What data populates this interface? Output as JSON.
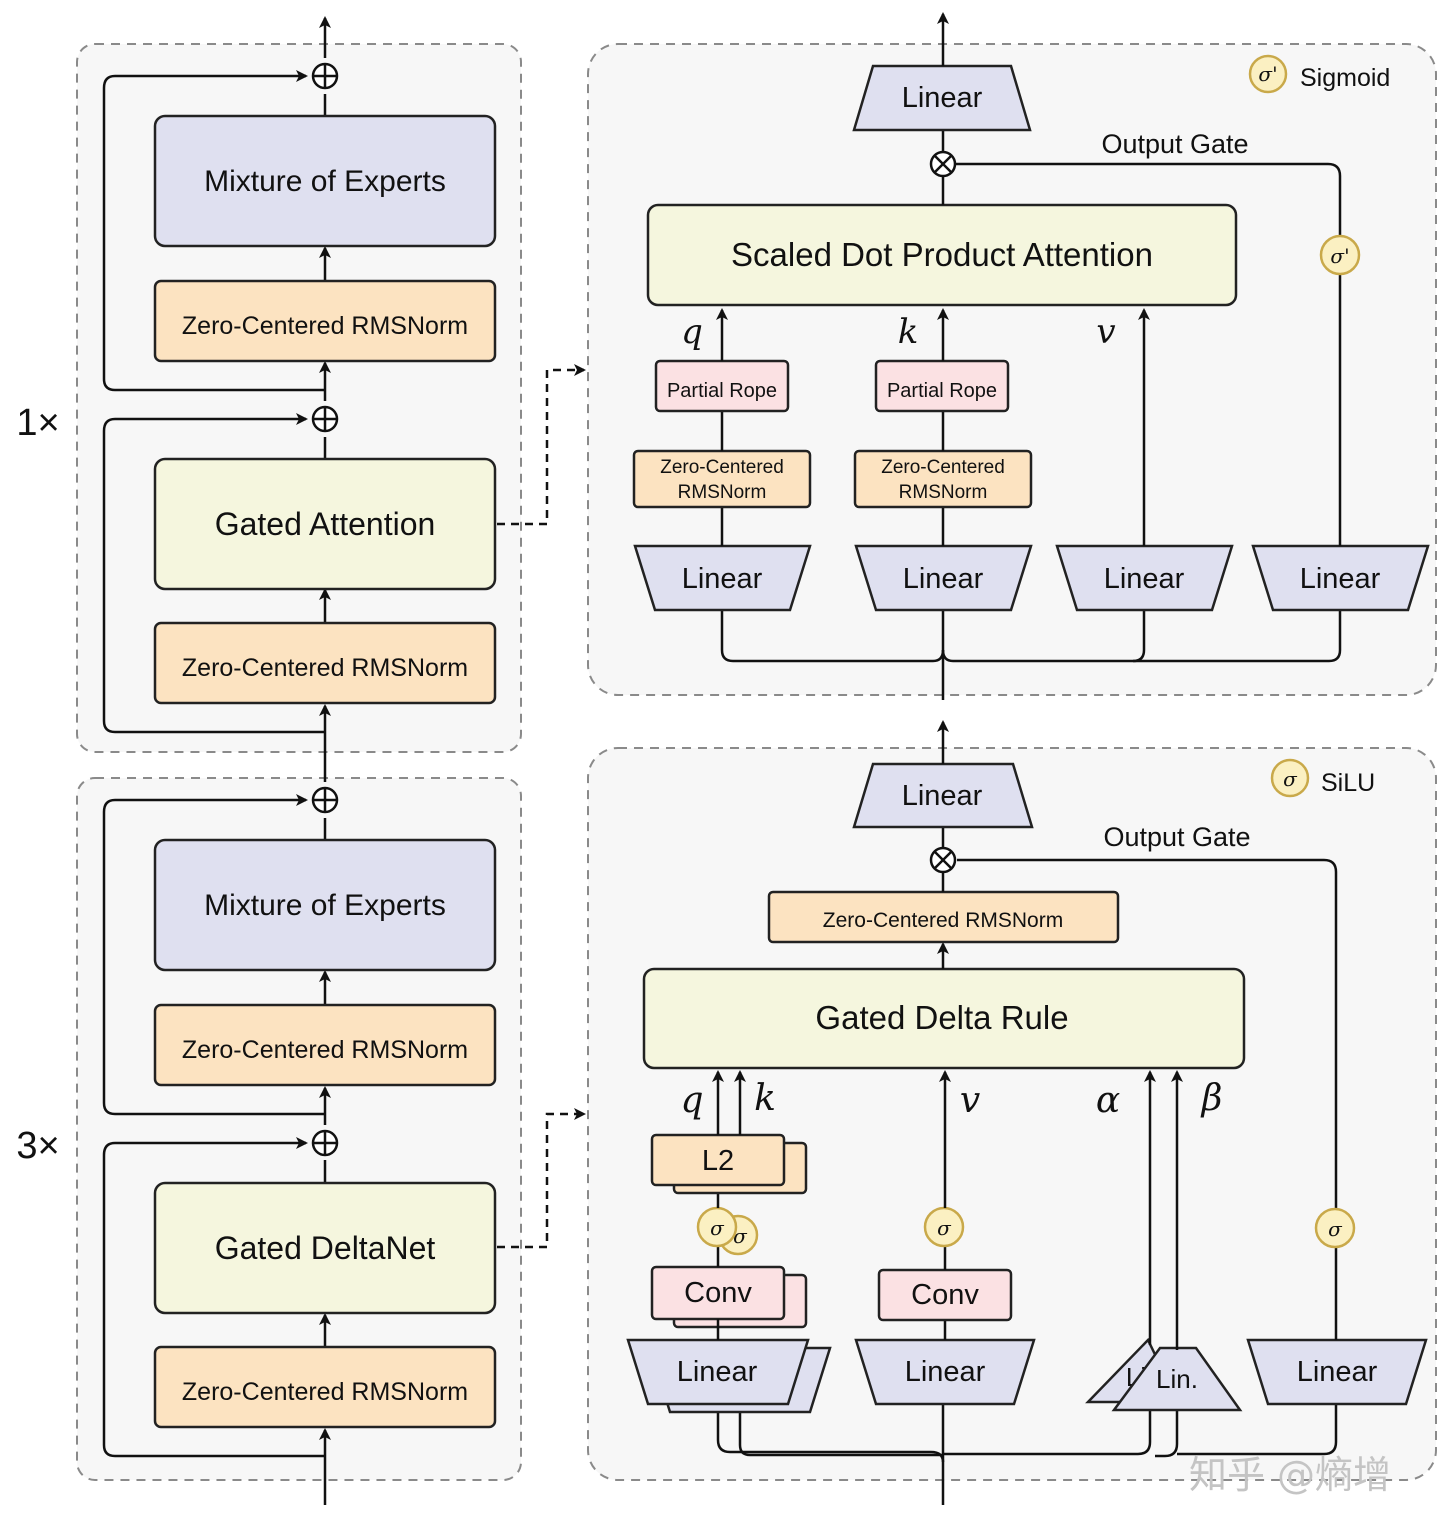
{
  "left_stack": {
    "top_block": {
      "repeat": "1×",
      "moe_label": "Mixture of Experts",
      "norm_top_label": "Zero-Centered RMSNorm",
      "attn_label": "Gated Attention",
      "norm_bottom_label": "Zero-Centered RMSNorm"
    },
    "bottom_block": {
      "repeat": "3×",
      "moe_label": "Mixture of Experts",
      "norm_top_label": "Zero-Centered RMSNorm",
      "deltanet_label": "Gated DeltaNet",
      "norm_bottom_label": "Zero-Centered RMSNorm"
    }
  },
  "attention_panel": {
    "legend_symbol": "σ'",
    "legend_label": "Sigmoid",
    "out_linear": "Linear",
    "output_gate": "Output Gate",
    "gate_symbol": "σ'",
    "sdpa_label": "Scaled Dot Product Attention",
    "q_label": "q",
    "k_label": "k",
    "v_label": "v",
    "rope_q": "Partial Rope",
    "rope_k": "Partial Rope",
    "norm_q": [
      "Zero-Centered",
      "RMSNorm"
    ],
    "norm_k": [
      "Zero-Centered",
      "RMSNorm"
    ],
    "linear_q": "Linear",
    "linear_k": "Linear",
    "linear_v": "Linear",
    "linear_gate": "Linear"
  },
  "deltanet_panel": {
    "legend_symbol": "σ",
    "legend_label": "SiLU",
    "out_linear": "Linear",
    "output_gate": "Output Gate",
    "norm_label": "Zero-Centered RMSNorm",
    "rule_label": "Gated Delta Rule",
    "q_label": "q",
    "k_label": "k",
    "v_label": "v",
    "alpha_label": "α",
    "beta_label": "β",
    "l2_label": "L2",
    "conv_qk": "Conv",
    "conv_v": "Conv",
    "silu_symbol": "σ",
    "linear_qk": "Linear",
    "linear_v": "Linear",
    "lin_alpha": "Li",
    "lin_beta": "Lin.",
    "linear_gate": "Linear"
  },
  "watermark": "知乎 @熵增",
  "colors": {
    "moe": "#dfe0f0",
    "norm": "#fce3c1",
    "attention": "#f5f6de",
    "rope_conv": "#fbe1e3",
    "sigma": "#fbf0c2",
    "panel": "#f7f7f7"
  }
}
